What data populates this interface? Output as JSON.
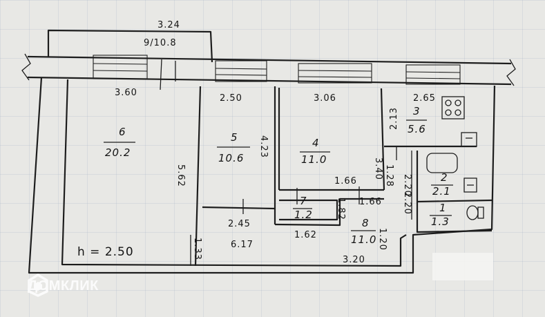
{
  "plan": {
    "dimensions": {
      "balcony_width": "3.24",
      "top_mark": "9/10.8",
      "room6_width": "3.60",
      "room5_width": "2.50",
      "room4_width": "3.06",
      "room3_width": "2.65",
      "room3_depth": "2.13",
      "room4_depth": "3.40",
      "room5_depth": "4.23",
      "room6_depth": "5.62",
      "room7_top": "1.66",
      "room7_right": "1.66",
      "room7_side": "1.82",
      "room2_side": "1.28",
      "room2_depth": "2.20",
      "room1_depth": "2.20",
      "room5_bottom": "2.45",
      "corridor_width": "1.62",
      "entry_side": "1.33",
      "corridor_length": "6.17",
      "hall_side": "1.20",
      "bottom_width": "3.20"
    },
    "rooms": [
      {
        "num": "6",
        "area": "20.2"
      },
      {
        "num": "5",
        "area": "10.6"
      },
      {
        "num": "4",
        "area": "11.0"
      },
      {
        "num": "3",
        "area": "5.6"
      },
      {
        "num": "2",
        "area": "2.1"
      },
      {
        "num": "1",
        "area": "1.3"
      },
      {
        "num": "7",
        "area": "1.2"
      },
      {
        "num": "8",
        "area": "11.0"
      }
    ],
    "ceiling_height": "h = 2.50"
  },
  "watermark": {
    "text": "ДОМКЛИК"
  },
  "colors": {
    "paper": "#e8e8e5",
    "ink": "#1d1d1d"
  }
}
